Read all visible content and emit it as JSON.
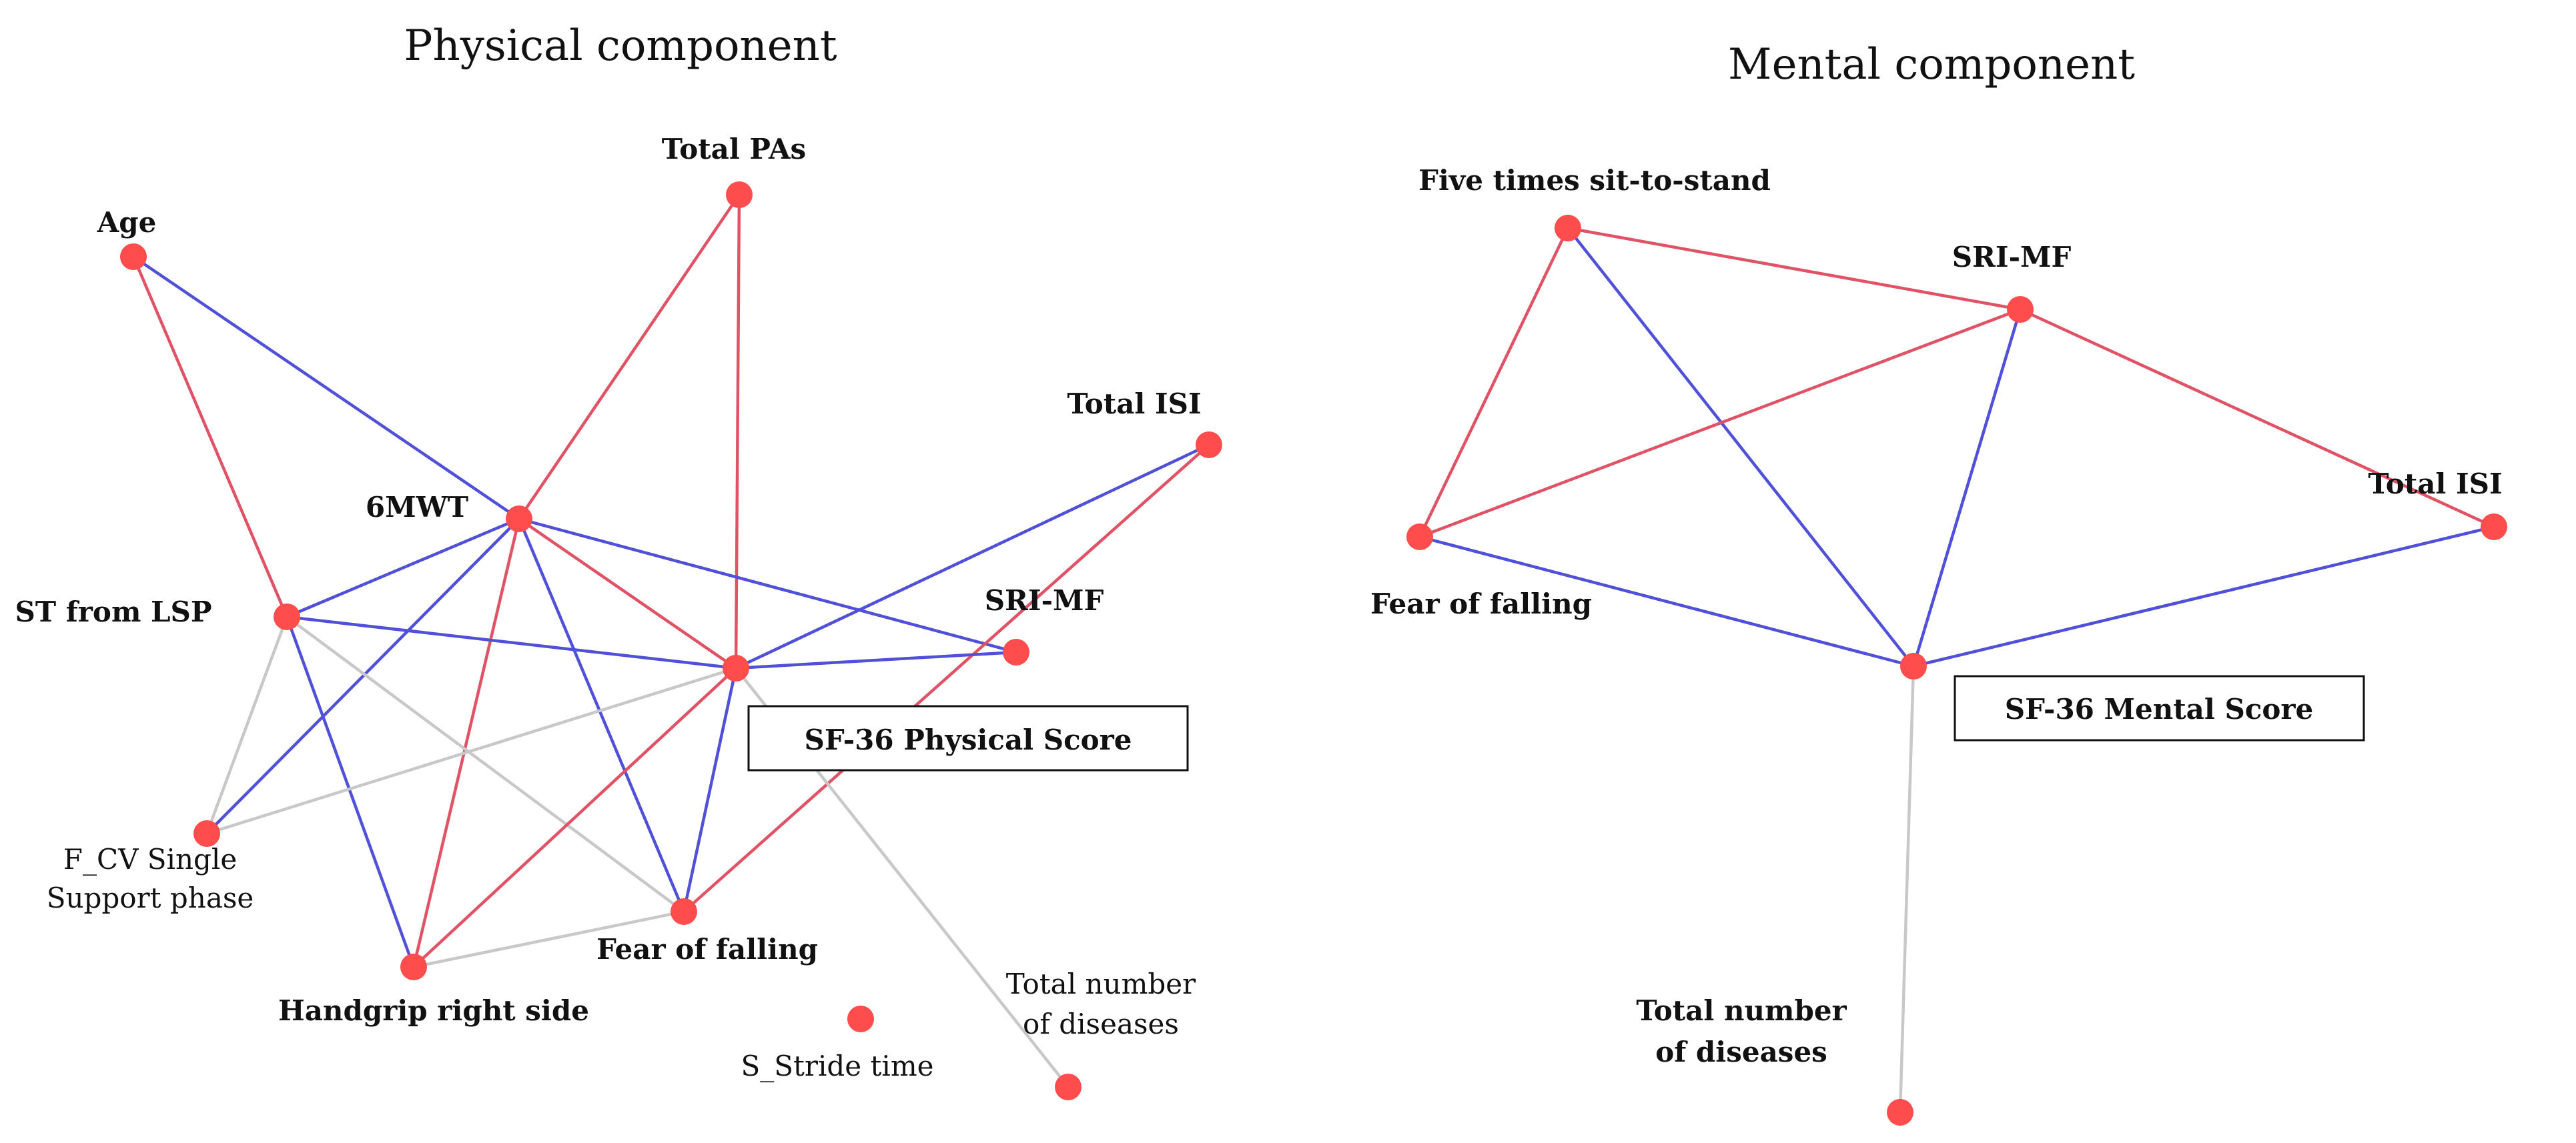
{
  "colors": {
    "positive_edge": "#e05265",
    "negative_edge": "#5050d8",
    "weak_edge": "#c8c8c8",
    "node": "#ff4d4d"
  },
  "panels": [
    {
      "id": "physical",
      "title": "Physical component",
      "score_label": "SF-36 Physical Score",
      "nodes": [
        {
          "id": "age",
          "label": "Age"
        },
        {
          "id": "total_pas",
          "label": "Total PAs"
        },
        {
          "id": "6mwt",
          "label": "6MWT"
        },
        {
          "id": "total_isi",
          "label": "Total ISI"
        },
        {
          "id": "st_from_lsp",
          "label": "ST from LSP"
        },
        {
          "id": "sri_mf",
          "label": "SRI-MF"
        },
        {
          "id": "sf36_physical",
          "label": ""
        },
        {
          "id": "fcv",
          "label": [
            "F_CV Single",
            "Support phase"
          ]
        },
        {
          "id": "fear_of_falling",
          "label": "Fear of falling"
        },
        {
          "id": "handgrip_right",
          "label": "Handgrip right side"
        },
        {
          "id": "s_stride_time",
          "label": "S_Stride time"
        },
        {
          "id": "total_diseases",
          "label": [
            "Total number",
            "of diseases"
          ]
        }
      ],
      "edges": [
        {
          "from": "age",
          "to": "st_from_lsp",
          "sign": "positive"
        },
        {
          "from": "age",
          "to": "6mwt",
          "sign": "negative"
        },
        {
          "from": "total_pas",
          "to": "6mwt",
          "sign": "positive"
        },
        {
          "from": "total_pas",
          "to": "sf36_physical",
          "sign": "positive"
        },
        {
          "from": "6mwt",
          "to": "st_from_lsp",
          "sign": "negative"
        },
        {
          "from": "6mwt",
          "to": "fcv",
          "sign": "negative"
        },
        {
          "from": "6mwt",
          "to": "handgrip_right",
          "sign": "positive"
        },
        {
          "from": "6mwt",
          "to": "fear_of_falling",
          "sign": "negative"
        },
        {
          "from": "6mwt",
          "to": "sf36_physical",
          "sign": "positive"
        },
        {
          "from": "6mwt",
          "to": "sri_mf",
          "sign": "negative"
        },
        {
          "from": "total_isi",
          "to": "sf36_physical",
          "sign": "negative"
        },
        {
          "from": "total_isi",
          "to": "fear_of_falling",
          "sign": "positive"
        },
        {
          "from": "st_from_lsp",
          "to": "sf36_physical",
          "sign": "negative"
        },
        {
          "from": "st_from_lsp",
          "to": "handgrip_right",
          "sign": "negative"
        },
        {
          "from": "st_from_lsp",
          "to": "fcv",
          "sign": "weak"
        },
        {
          "from": "st_from_lsp",
          "to": "fear_of_falling",
          "sign": "weak"
        },
        {
          "from": "sri_mf",
          "to": "sf36_physical",
          "sign": "negative"
        },
        {
          "from": "sf36_physical",
          "to": "fear_of_falling",
          "sign": "negative"
        },
        {
          "from": "sf36_physical",
          "to": "handgrip_right",
          "sign": "positive"
        },
        {
          "from": "sf36_physical",
          "to": "fcv",
          "sign": "weak"
        },
        {
          "from": "sf36_physical",
          "to": "total_diseases",
          "sign": "weak"
        },
        {
          "from": "fear_of_falling",
          "to": "handgrip_right",
          "sign": "weak"
        }
      ]
    },
    {
      "id": "mental",
      "title": "Mental component",
      "score_label": "SF-36 Mental Score",
      "nodes": [
        {
          "id": "five_sts",
          "label": "Five times sit-to-stand"
        },
        {
          "id": "sri_mf",
          "label": "SRI-MF"
        },
        {
          "id": "total_isi",
          "label": "Total ISI"
        },
        {
          "id": "fear_of_falling",
          "label": "Fear of falling"
        },
        {
          "id": "sf36_mental",
          "label": ""
        },
        {
          "id": "total_diseases",
          "label": [
            "Total number",
            "of diseases"
          ]
        }
      ],
      "edges": [
        {
          "from": "five_sts",
          "to": "sri_mf",
          "sign": "positive"
        },
        {
          "from": "five_sts",
          "to": "fear_of_falling",
          "sign": "positive"
        },
        {
          "from": "five_sts",
          "to": "sf36_mental",
          "sign": "negative"
        },
        {
          "from": "sri_mf",
          "to": "fear_of_falling",
          "sign": "positive"
        },
        {
          "from": "sri_mf",
          "to": "total_isi",
          "sign": "positive"
        },
        {
          "from": "sri_mf",
          "to": "sf36_mental",
          "sign": "negative"
        },
        {
          "from": "fear_of_falling",
          "to": "sf36_mental",
          "sign": "negative"
        },
        {
          "from": "total_isi",
          "to": "sf36_mental",
          "sign": "negative"
        },
        {
          "from": "sf36_mental",
          "to": "total_diseases",
          "sign": "weak"
        }
      ]
    }
  ]
}
